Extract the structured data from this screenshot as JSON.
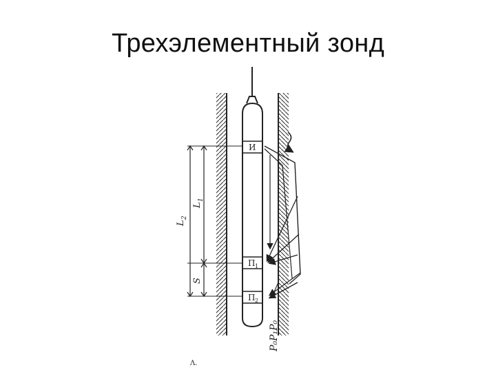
{
  "slide": {
    "title": "Трехэлементный зонд"
  },
  "diagram": {
    "electrodes": {
      "source": "И",
      "receiver1": "П",
      "receiver1_sub": "1",
      "receiver2": "П",
      "receiver2_sub": "2"
    },
    "dimensions": {
      "long_spacing": "L",
      "long_spacing_sub": "2",
      "short_spacing": "L",
      "short_spacing_sub": "1",
      "base": "S"
    },
    "media_label": "P₀P₁P₀",
    "caption_mark": "Λ."
  }
}
